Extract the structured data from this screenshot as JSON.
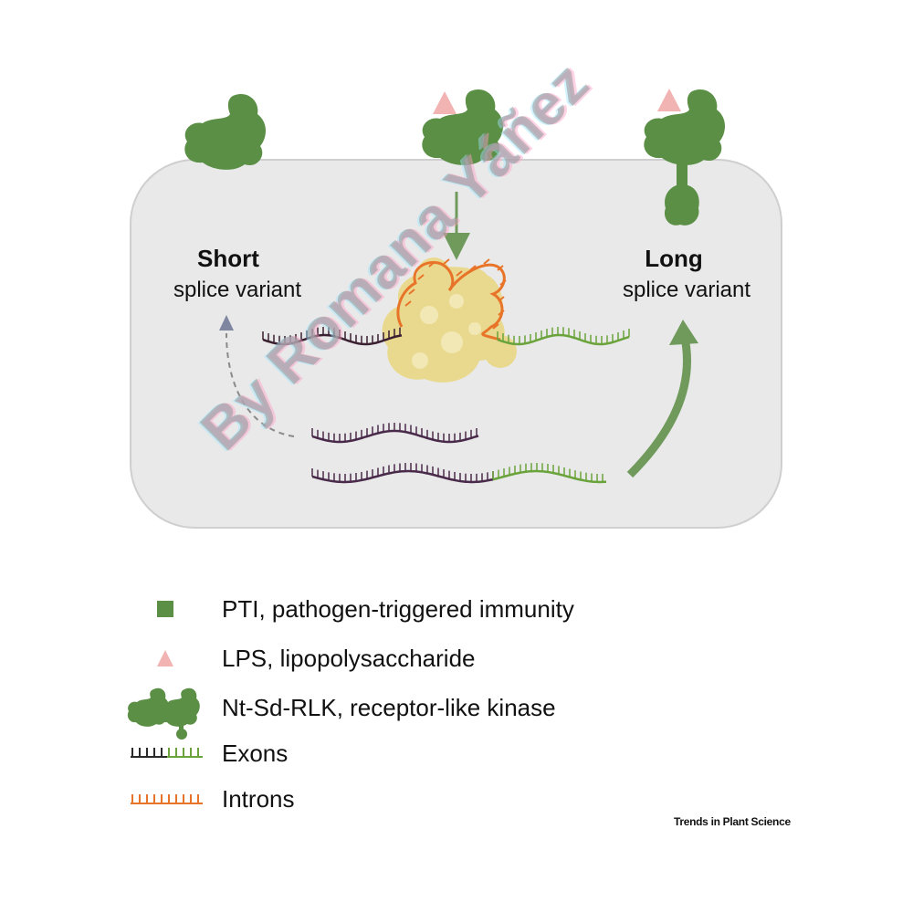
{
  "labels": {
    "short_title": "Short",
    "short_sub": "splice variant",
    "long_title": "Long",
    "long_sub": "splice variant"
  },
  "legend": [
    {
      "icon": "square-icon",
      "text": "PTI, pathogen-triggered immunity"
    },
    {
      "icon": "triangle-icon",
      "text": "LPS, lipopolysaccharide"
    },
    {
      "icon": "receptor-icon",
      "text": "Nt-Sd-RLK, receptor-like kinase"
    },
    {
      "icon": "exon-icon",
      "text": "Exons"
    },
    {
      "icon": "intron-icon",
      "text": "Introns"
    }
  ],
  "credit": "Trends in Plant Science",
  "watermark": "By Romana Yáñez",
  "colors": {
    "cell": "#e9e9e9",
    "cell_border": "#cfcfcf",
    "receptor": "#5a8f45",
    "lps": "#f2b3b3",
    "exon_dark": "#3a2030",
    "exon_green": "#6aa33b",
    "intron": "#e8742a",
    "spliceosome": "#ead98a",
    "arrow_green": "#6f9a5b",
    "arrow_grey": "#7e86a0"
  }
}
